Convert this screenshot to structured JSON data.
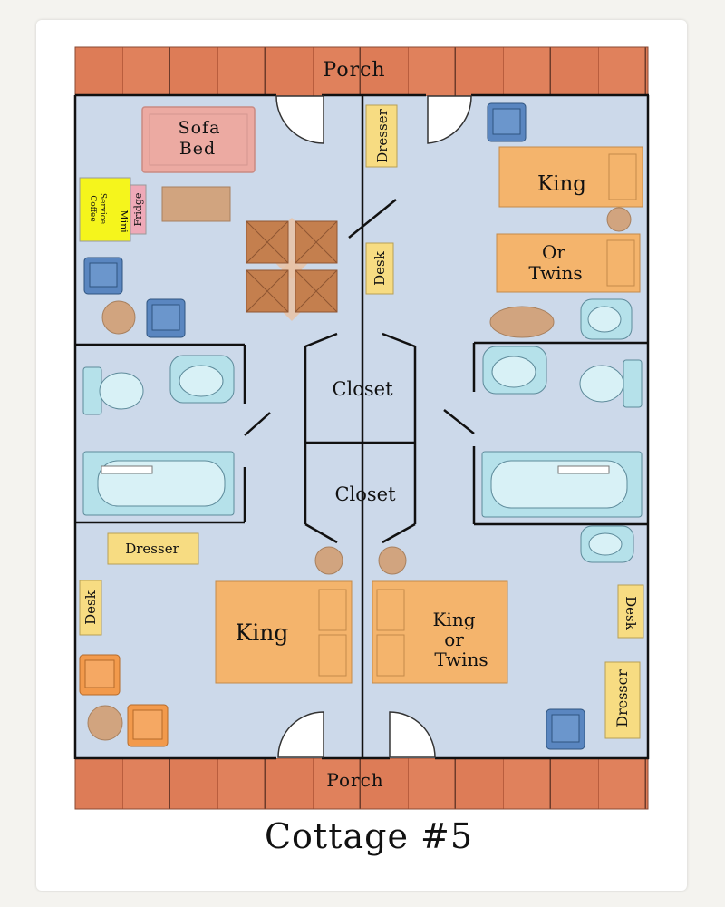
{
  "title": "Cottage #5",
  "porch_top": "Porch",
  "porch_bottom": "Porch",
  "rooms": {
    "left_top": {
      "sofa_line1": "Sofa",
      "sofa_line2": "Bed",
      "coffee_line1": "Coffee",
      "coffee_line2": "Service",
      "mini": "Mini",
      "fridge": "Fridge"
    },
    "right_top": {
      "dresser": "Dresser",
      "desk": "Desk",
      "bed1": "King",
      "bed2_line1": "Or",
      "bed2_line2": "Twins"
    },
    "closet_top": "Closet",
    "closet_bottom": "Closet",
    "left_bottom": {
      "dresser": "Dresser",
      "desk": "Desk",
      "bed": "King"
    },
    "right_bottom": {
      "bed_line1": "King",
      "bed_line2": "or",
      "bed_line3": "Twins",
      "desk": "Desk",
      "dresser": "Dresser"
    }
  },
  "colors": {
    "floor": "#ccd9ea",
    "brick": "#e0815c",
    "bed": "#f4b46c",
    "sofa": "#ecaaa2",
    "table": "#d1a47f",
    "chair_blue": "#5a86c0",
    "chair_orange": "#f29a4c",
    "label_box": "#f7dc82",
    "fixture": "#b5e1ea",
    "coffee": "#f5f51c",
    "fridge": "#efa9b8"
  }
}
